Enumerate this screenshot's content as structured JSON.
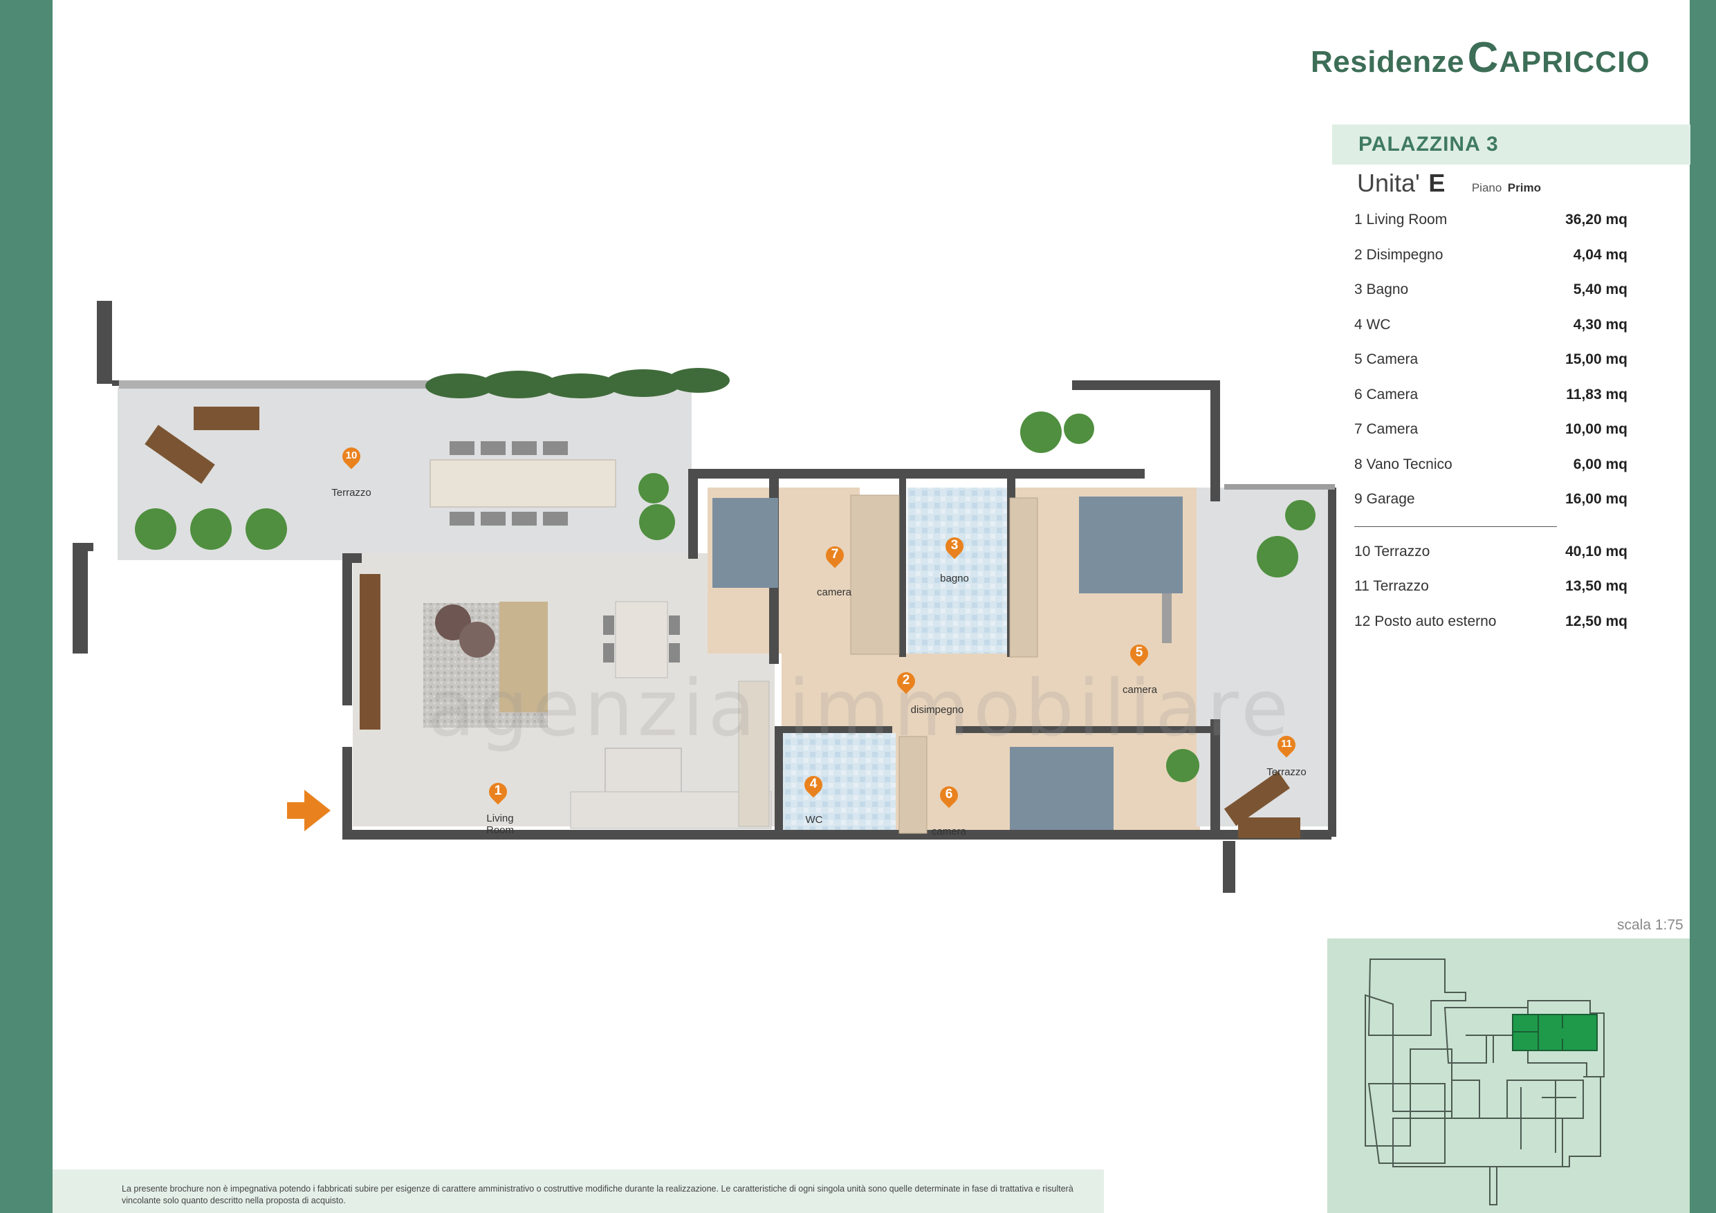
{
  "brand": {
    "prefix": "Residenze",
    "name": "Capriccio"
  },
  "building": "PALAZZINA 3",
  "unit": {
    "label": "Unita'",
    "code": "E",
    "floor_label": "Piano",
    "floor": "Primo"
  },
  "areas": [
    {
      "name": "1 Living Room",
      "value": "36,20 mq"
    },
    {
      "name": "2 Disimpegno",
      "value": "4,04 mq"
    },
    {
      "name": "3 Bagno",
      "value": "5,40 mq"
    },
    {
      "name": "4 WC",
      "value": "4,30 mq"
    },
    {
      "name": "5 Camera",
      "value": "15,00 mq"
    },
    {
      "name": "6 Camera",
      "value": "11,83 mq"
    },
    {
      "name": "7 Camera",
      "value": "10,00 mq"
    },
    {
      "name": "8 Vano Tecnico",
      "value": "6,00 mq"
    },
    {
      "name": "9 Garage",
      "value": "16,00 mq"
    }
  ],
  "outdoor_areas": [
    {
      "name": "10 Terrazzo",
      "value": "40,10 mq"
    },
    {
      "name": "11 Terrazzo",
      "value": "13,50 mq"
    },
    {
      "name": "12 Posto auto esterno",
      "value": "12,50 mq"
    }
  ],
  "scale": "scala 1:75",
  "rooms": [
    {
      "num": "1",
      "label": "Living\nRoom"
    },
    {
      "num": "2",
      "label": "disimpegno"
    },
    {
      "num": "3",
      "label": "bagno"
    },
    {
      "num": "4",
      "label": "WC"
    },
    {
      "num": "5",
      "label": "camera"
    },
    {
      "num": "6",
      "label": "camera"
    },
    {
      "num": "7",
      "label": "camera"
    },
    {
      "num": "10",
      "label": "Terrazzo"
    },
    {
      "num": "11",
      "label": "Terrazzo"
    }
  ],
  "watermark": "agenzia immobiliare",
  "disclaimer": "La presente brochure non è impegnativa potendo i fabbricati subire per esigenze di carattere amministrativo o costruttive modifiche durante la realizzazione. Le caratteristiche di ogni singola unità sono quelle determinate in fase di trattativa e risulterà vincolante solo quanto descritto nella proposta di acquisto.",
  "colors": {
    "sidebar": "#4e8a74",
    "accent": "#3f7a62",
    "marker": "#e9821e",
    "keyplan_highlight": "#1e9a4a"
  }
}
